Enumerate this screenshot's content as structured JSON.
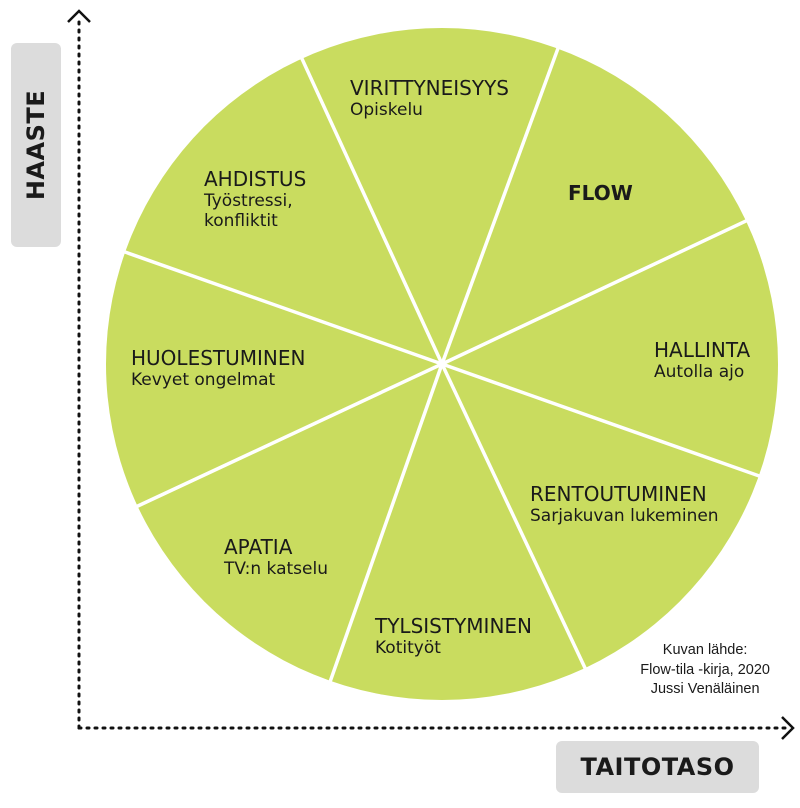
{
  "axes": {
    "y_label": "HAASTE",
    "x_label": "TAITOTASO"
  },
  "colors": {
    "wheel_fill": "#c9dc5f",
    "divider": "#ffffff",
    "axis_box": "#dcdcdc",
    "text": "#1a1a1a"
  },
  "sectors": [
    {
      "title": "VIRITTYNEISYYS",
      "example": "Opiskelu"
    },
    {
      "title": "FLOW",
      "example": ""
    },
    {
      "title": "HALLINTA",
      "example": "Autolla ajo"
    },
    {
      "title": "RENTOUTUMINEN",
      "example": "Sarjakuvan lukeminen"
    },
    {
      "title": "TYLSISTYMINEN",
      "example": "Kotityöt"
    },
    {
      "title": "APATIA",
      "example": "TV:n katselu"
    },
    {
      "title": "HUOLESTUMINEN",
      "example": "Kevyet ongelmat"
    },
    {
      "title": "AHDISTUS",
      "example_line1": "Työstressi,",
      "example_line2": "konfliktit"
    }
  ],
  "source": {
    "line1": "Kuvan lähde:",
    "line2": "Flow-tila -kirja, 2020",
    "line3": "Jussi Venäläinen"
  }
}
